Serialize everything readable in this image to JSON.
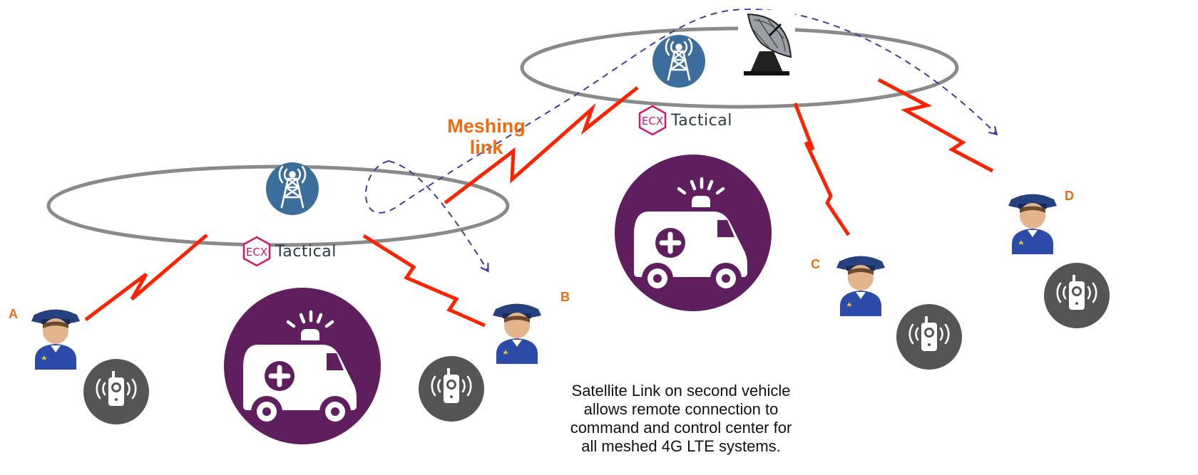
{
  "colors": {
    "radio_link": "#ff2200",
    "mesh_path": "#3b3f9e",
    "ellipse": "#8a8a8a",
    "label_orange": "#f26a10",
    "tower_blue": "#3b6e9a",
    "vehicle_purple": "#5f1f5f",
    "radio_gray": "#555555",
    "brand_magenta": "#d4156b",
    "officer_uniform": "#2c4aa8"
  },
  "icons": {
    "tower": "cell-tower-icon",
    "vehicle": "ambulance-icon",
    "officer": "police-officer-icon",
    "radio": "walkie-talkie-icon",
    "satellite": "satellite-dish-icon",
    "brand": "ecx-tactical-logo"
  },
  "brand": {
    "mark": "ECX",
    "name": "Tactical"
  },
  "mesh_label_line1": "Meshing",
  "mesh_label_line2": "link",
  "users": {
    "a": "A",
    "b": "B",
    "c": "C",
    "d": "D"
  },
  "caption": "Satellite Link on second vehicle allows remote connection to command and control center for all meshed 4G LTE systems."
}
